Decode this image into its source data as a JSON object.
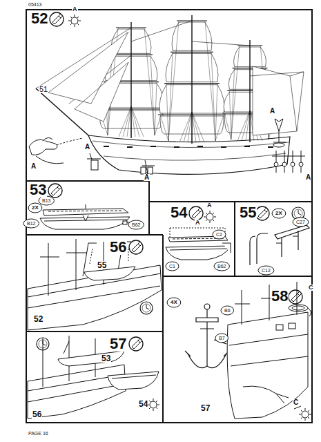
{
  "diagram": {
    "labels": [
      "05413",
      "52",
      "A",
      "51",
      "A",
      "A",
      "A",
      "A",
      "A",
      "53",
      "2X",
      "B13",
      "B12",
      "B62",
      "54",
      "A",
      "A",
      "C2",
      "C1",
      "B62",
      "55",
      "2X",
      "C27",
      "C12",
      "56",
      "55",
      "52",
      "57",
      "53",
      "56",
      "54",
      "58",
      "C",
      "4X",
      "B6",
      "B7",
      "C",
      "57",
      "PAGE 16"
    ]
  }
}
